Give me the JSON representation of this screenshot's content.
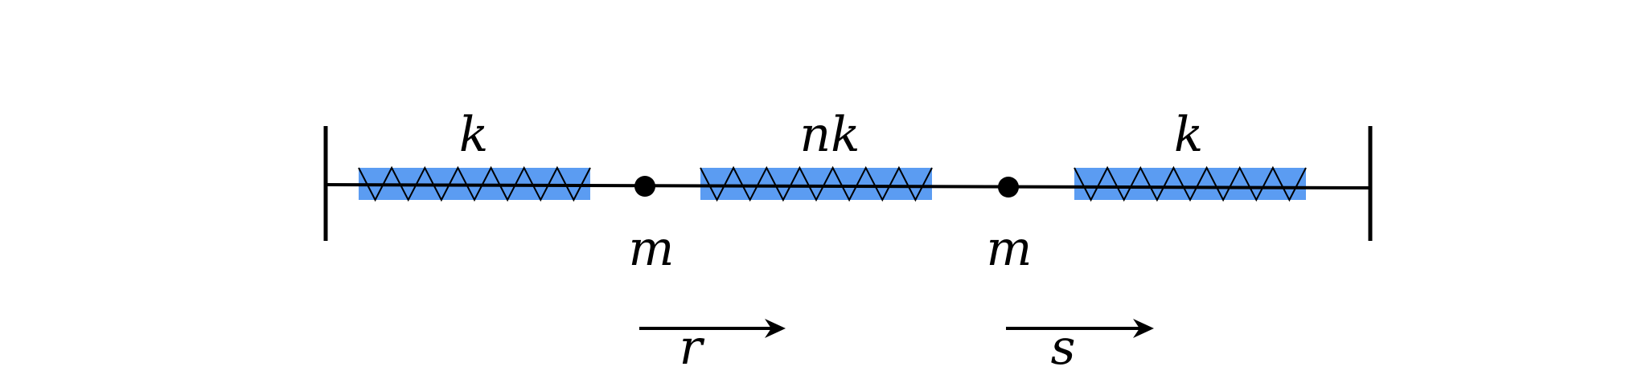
{
  "diagram": {
    "springs": [
      {
        "id": "left",
        "label": "k",
        "coils": 7
      },
      {
        "id": "middle",
        "label": "nk",
        "coils": 7
      },
      {
        "id": "right",
        "label": "k",
        "coils": 7
      }
    ],
    "masses": [
      {
        "id": "left",
        "label": "m"
      },
      {
        "id": "right",
        "label": "m"
      }
    ],
    "displacements": [
      {
        "id": "r",
        "label": "r"
      },
      {
        "id": "s",
        "label": "s"
      }
    ]
  },
  "colors": {
    "spring_fill": "#5b9cf2",
    "line": "#000000",
    "background": "#ffffff"
  }
}
